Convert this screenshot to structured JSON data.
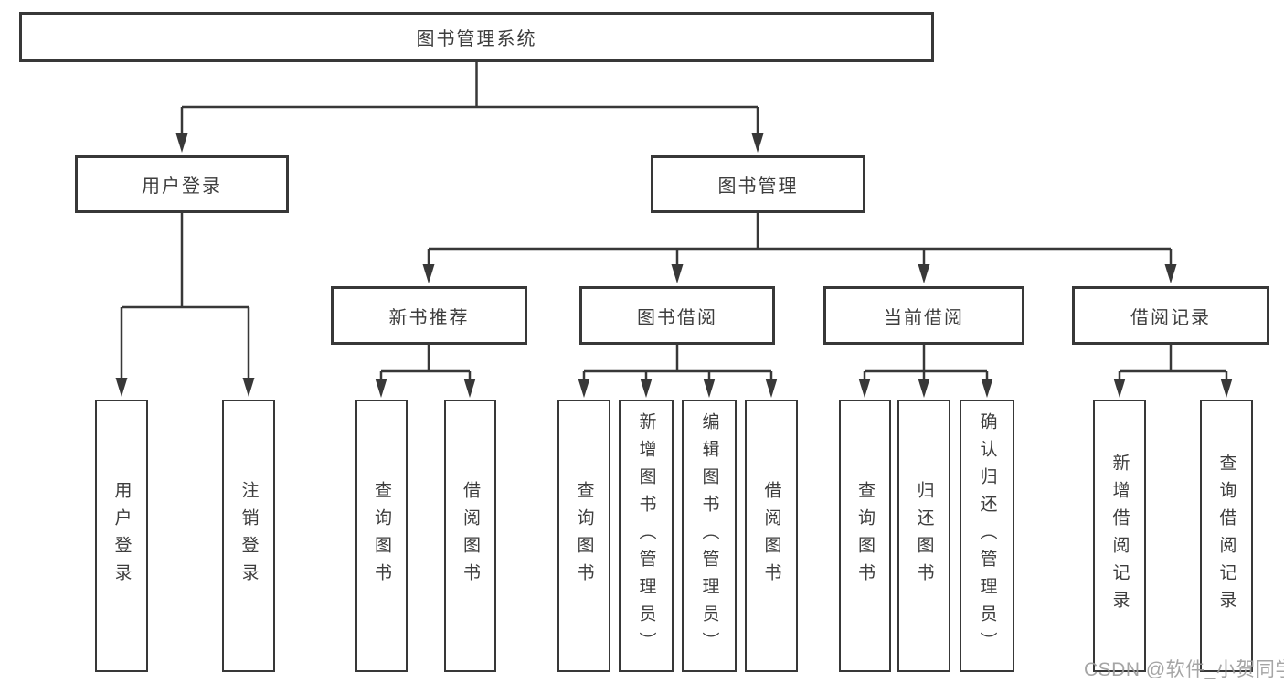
{
  "diagram": {
    "root": {
      "label": "图书管理系统"
    },
    "level2": [
      {
        "label": "用户登录"
      },
      {
        "label": "图书管理"
      }
    ],
    "level3": [
      {
        "label": "新书推荐"
      },
      {
        "label": "图书借阅"
      },
      {
        "label": "当前借阅"
      },
      {
        "label": "借阅记录"
      }
    ],
    "leaves": [
      {
        "label": "用户登录"
      },
      {
        "label": "注销登录"
      },
      {
        "label": "查询图书"
      },
      {
        "label": "借阅图书"
      },
      {
        "label": "查询图书"
      },
      {
        "label": "新增图书（管理员）"
      },
      {
        "label": "编辑图书（管理员）"
      },
      {
        "label": "借阅图书"
      },
      {
        "label": "查询图书"
      },
      {
        "label": "归还图书"
      },
      {
        "label": "确认归还（管理员）"
      },
      {
        "label": "新增借阅记录"
      },
      {
        "label": "查询借阅记录"
      }
    ],
    "watermark": "CSDN @软件_小贺同学",
    "colors": {
      "line": "#383838",
      "text": "#3d3d3d",
      "watermark": "#9c9c9c",
      "background": "#ffffff"
    }
  }
}
